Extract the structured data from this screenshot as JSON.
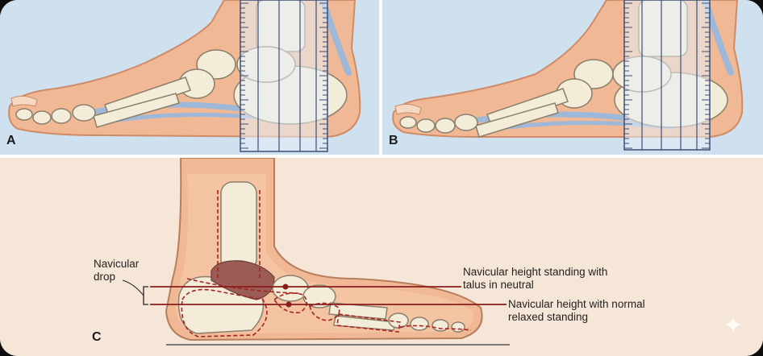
{
  "panels": {
    "a": {
      "label": "A"
    },
    "b": {
      "label": "B"
    },
    "c": {
      "label": "C"
    }
  },
  "annotations": {
    "navicular_drop": [
      "Navicular",
      "drop"
    ],
    "height_neutral": [
      "Navicular height standing with",
      "talus in neutral"
    ],
    "height_relaxed": [
      "Navicular height with normal",
      "relaxed standing"
    ]
  },
  "colors": {
    "panel_bg_top": "#cfe0ef",
    "panel_bg_bottom": "#f6e6d7",
    "skin": "#f0b894",
    "bone": "#f3ecd9",
    "tendon": "#9db8d8",
    "measure_line": "#8b1c1c",
    "talus_shade": "#9b5c55"
  },
  "icons": {
    "corner": "sparkle-icon"
  }
}
